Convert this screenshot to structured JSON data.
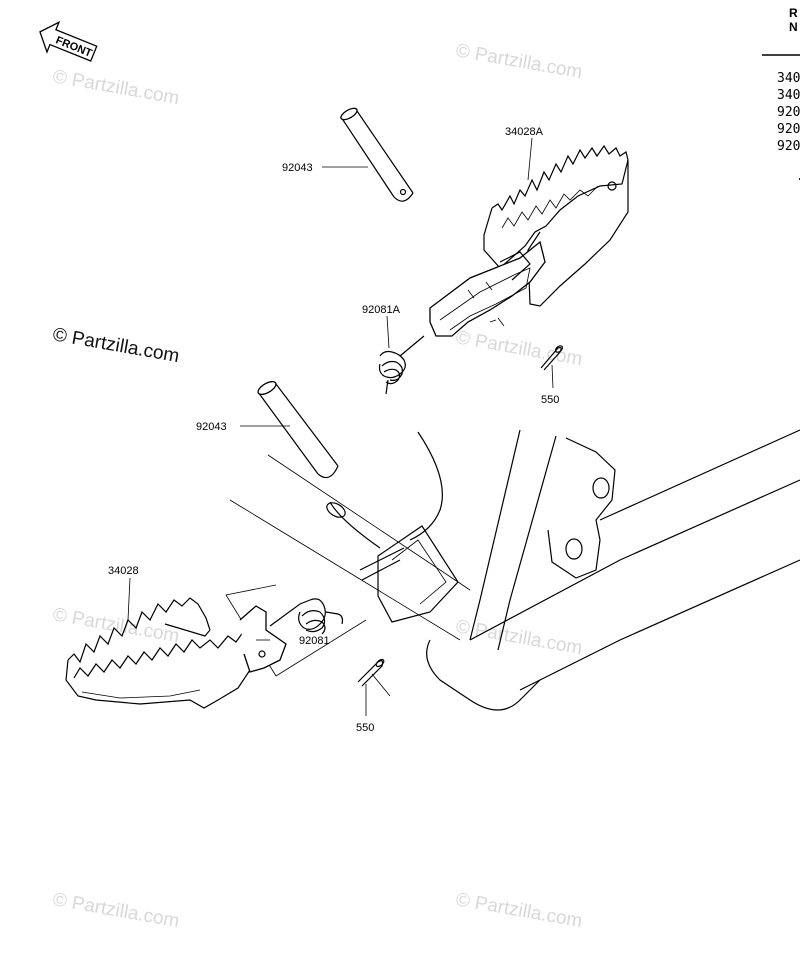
{
  "front_label": "FRONT",
  "watermarks": {
    "main": "© Partzilla.com",
    "light": "© Partzilla.com"
  },
  "labels": {
    "pin_upper": "92043",
    "step_right": "34028A",
    "spring_right": "92081A",
    "cotter_right": "550",
    "pin_lower": "92043",
    "step_left": "34028",
    "spring_left": "92081",
    "cotter_left": "550"
  },
  "side_table": {
    "header_line1": "R",
    "header_line2": "N",
    "rows": [
      "340",
      "340",
      "920",
      "920",
      "920"
    ],
    "footnote": "."
  }
}
